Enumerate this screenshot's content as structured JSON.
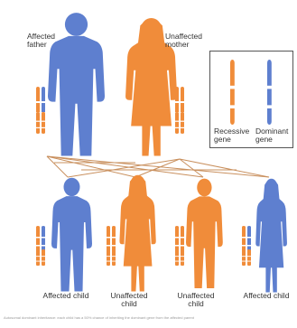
{
  "colors": {
    "affected": "#5e7fcf",
    "unaffected": "#f08c3a",
    "line": "#c9905e",
    "text": "#333333"
  },
  "parents": {
    "father_label": "Affected\nfather",
    "mother_label": "Unaffected\nmother"
  },
  "children": [
    {
      "label": "Affected child"
    },
    {
      "label": "Unaffected\nchild"
    },
    {
      "label": "Unaffected\nchild"
    },
    {
      "label": "Affected child"
    }
  ],
  "legend": {
    "recessive_label": "Recessive\ngene",
    "dominant_label": "Dominant\ngene"
  },
  "caption": "Autosomal dominant inheritance: each child has a 50% chance of inheriting the dominant gene from the affected parent"
}
